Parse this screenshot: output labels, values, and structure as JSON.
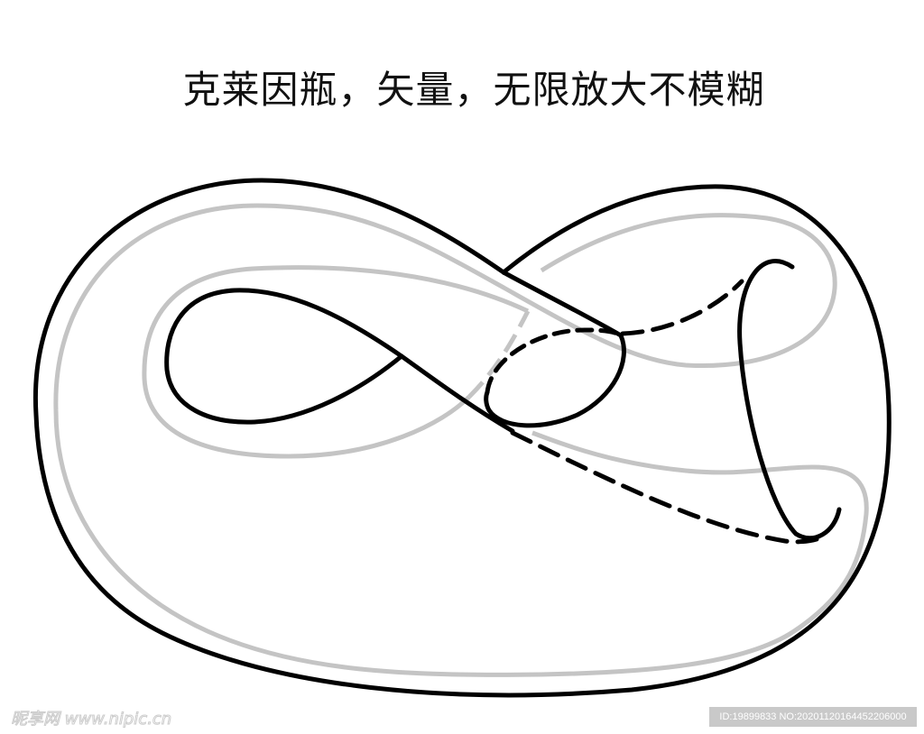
{
  "title": "克莱因瓶，矢量，无限放大不模糊",
  "watermark": {
    "site": "昵享网 www.nipic.cn",
    "id_text": "ID:19899833 NO:20201120164452206000"
  },
  "colors": {
    "stroke": "#000000",
    "gray_stroke": "#c4c4c4"
  }
}
